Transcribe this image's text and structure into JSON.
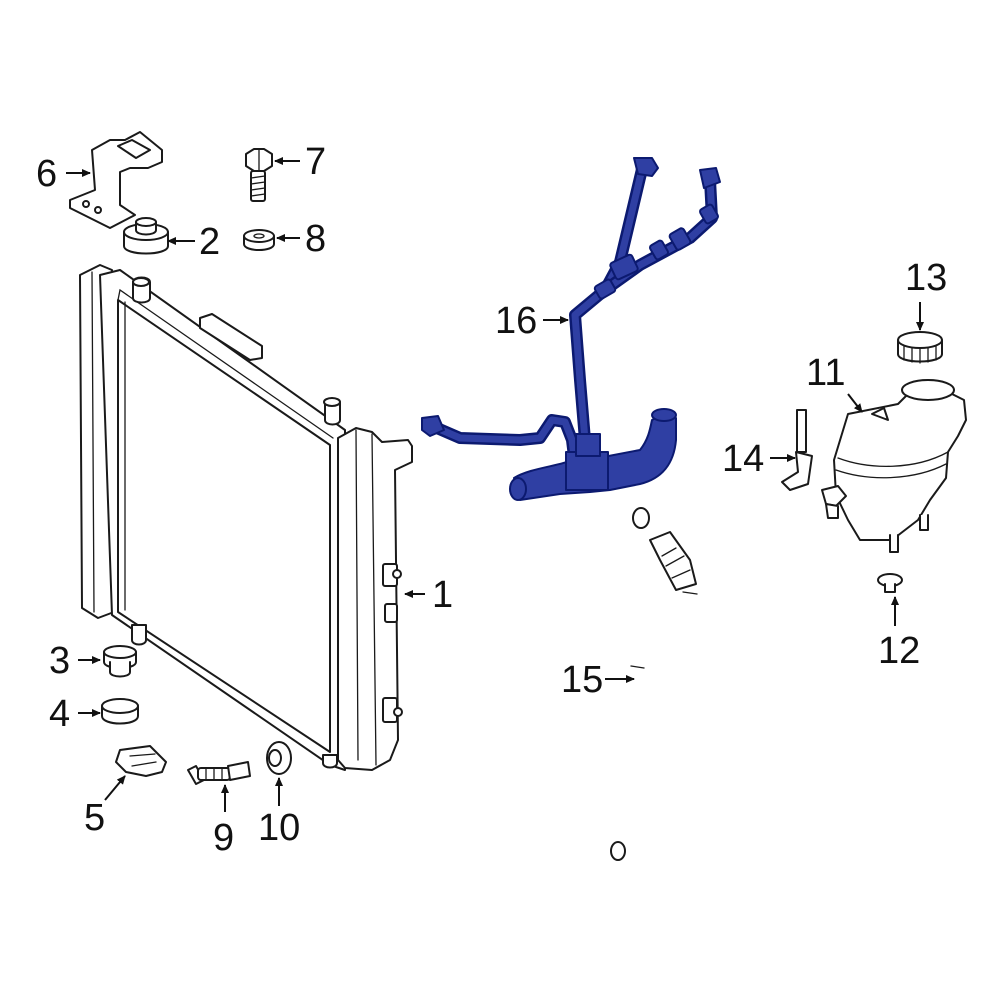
{
  "highlight_color": "#2f3fa3",
  "line_color": "#1a1a1a",
  "callouts": {
    "c1": "1",
    "c2": "2",
    "c3": "3",
    "c4": "4",
    "c5": "5",
    "c6": "6",
    "c7": "7",
    "c8": "8",
    "c9": "9",
    "c10": "10",
    "c11": "11",
    "c12": "12",
    "c13": "13",
    "c14": "14",
    "c15": "15",
    "c16": "16"
  }
}
